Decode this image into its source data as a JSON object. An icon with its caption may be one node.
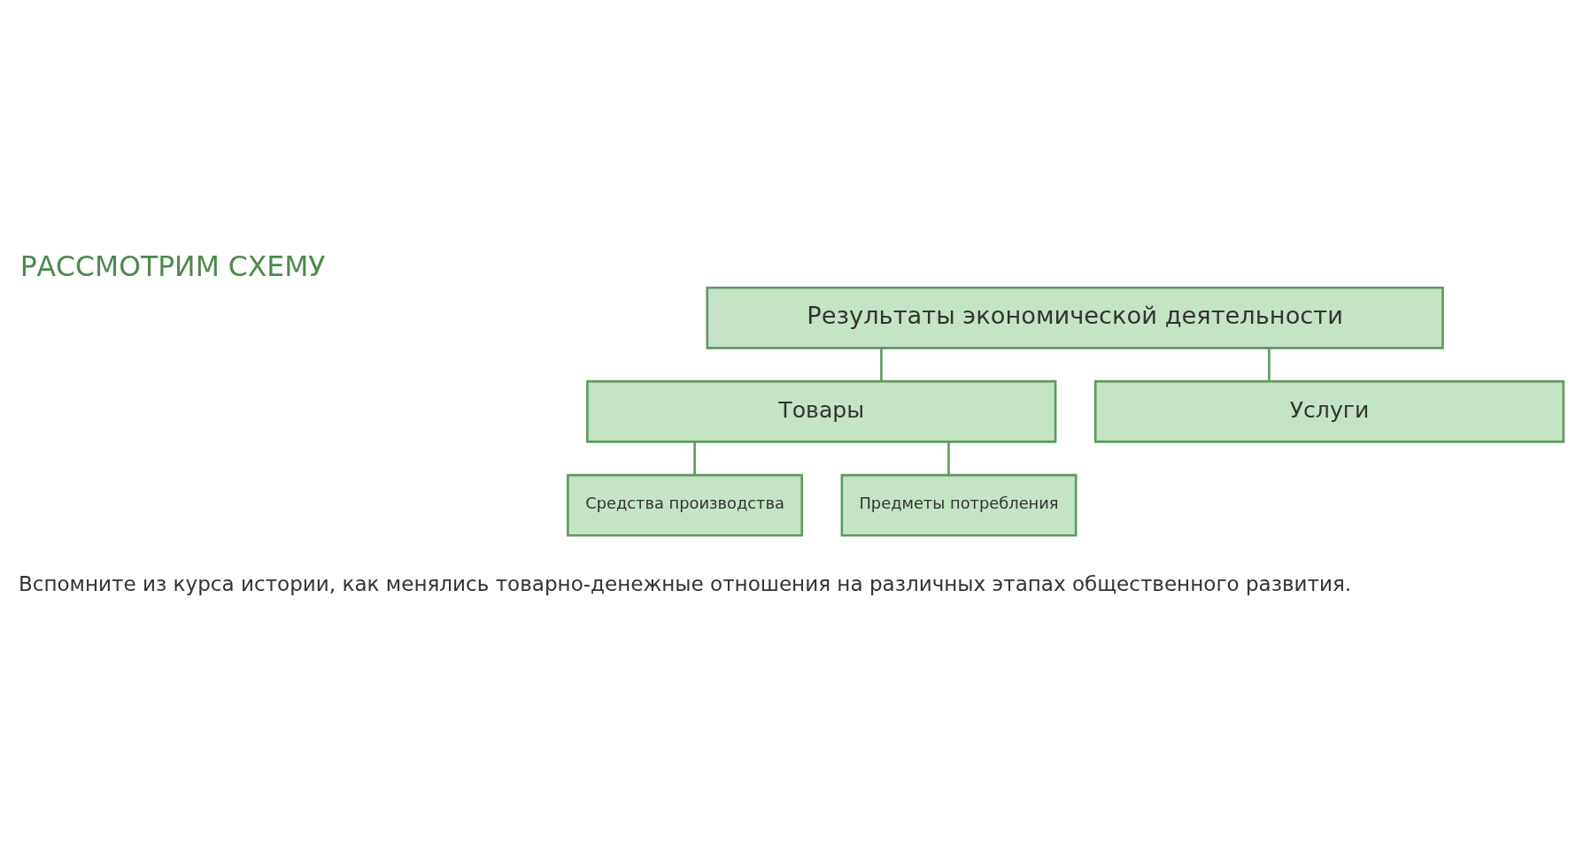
{
  "diagram": {
    "title": "РАССМОТРИМ СХЕМУ",
    "caption": "Вспомните из курса истории, как менялись товарно-денежные отношения на различных этапах общественного развития.",
    "nodes": [
      {
        "text": [
          "Результаты экономической деятельности"
        ]
      },
      {
        "text": [
          "Товары"
        ]
      },
      {
        "text": [
          "Услуги"
        ]
      },
      {
        "text": [
          "Средства производства"
        ]
      },
      {
        "text": [
          "Предметы потребления"
        ]
      }
    ],
    "edges": [
      {
        "from": 0,
        "to": 1,
        "arrow": "none"
      },
      {
        "from": 0,
        "to": 2,
        "arrow": "none"
      },
      {
        "from": 1,
        "to": 3,
        "arrow": "none"
      },
      {
        "from": 1,
        "to": 4,
        "arrow": "none"
      }
    ]
  }
}
